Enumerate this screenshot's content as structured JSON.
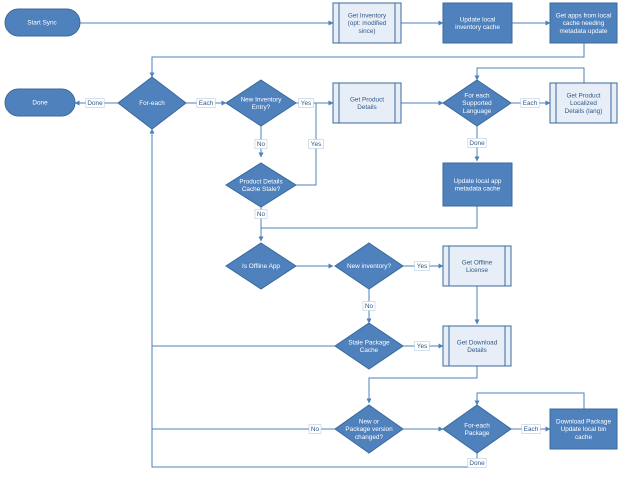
{
  "nodes": {
    "start_sync": [
      "Start Sync"
    ],
    "done": [
      "Done"
    ],
    "get_inventory": [
      "Get Inventory",
      "(opt: modified",
      "since)"
    ],
    "update_inventory_cache": [
      "Update local",
      "inventory cache"
    ],
    "get_apps_from_cache": [
      "Get apps from local",
      "cache needing",
      "metadata update"
    ],
    "for_each_app": [
      "For-each"
    ],
    "new_inventory_entry": [
      "New Inventory",
      "Entry?"
    ],
    "get_product_details": [
      "Get Product",
      "Details"
    ],
    "for_each_language": [
      "For each",
      "Supported",
      "Language"
    ],
    "get_localized_details": [
      "Get Product",
      "Localized",
      "Details (lang)"
    ],
    "product_details_stale": [
      "Product Details",
      "Cache Stale?"
    ],
    "update_metadata_cache": [
      "Update local app",
      "metadata cache"
    ],
    "is_offline_app": [
      "Is Offline App"
    ],
    "new_inventory": [
      "New inventory?"
    ],
    "get_offline_license": [
      "Get Offline",
      "License"
    ],
    "stale_package_cache": [
      "Stale Package",
      "Cache"
    ],
    "get_download_details": [
      "Get Download",
      "Details"
    ],
    "new_package_version": [
      "New or",
      "Package version",
      "changed?"
    ],
    "for_each_package": [
      "For-each",
      "Package"
    ],
    "download_package": [
      "Download Package",
      "Update local bin",
      "cache"
    ]
  },
  "edge_labels": {
    "done_1": "Done",
    "each_1": "Each",
    "yes_1": "Yes",
    "no_1": "No",
    "yes_2": "Yes",
    "each_2": "Each",
    "done_2": "Done",
    "no_2": "No",
    "yes_3": "Yes",
    "no_3": "No",
    "yes_4": "Yes",
    "no_4": "No",
    "each_3": "Each",
    "done_3": "Done"
  },
  "colors": {
    "shape_fill": "#4f81bd",
    "shape_stroke": "#3a6a9e",
    "subprocess_fill": "#e8eef7",
    "line": "#4f81bd",
    "label_text": "#2f5a85"
  }
}
